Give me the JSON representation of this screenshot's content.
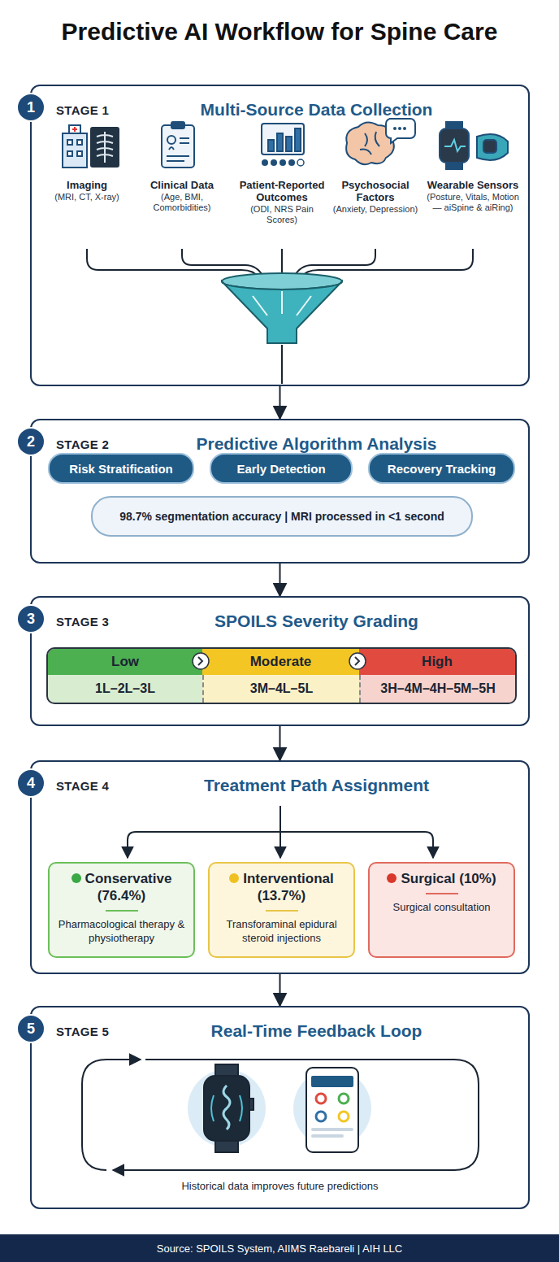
{
  "diagram": {
    "title": "Predictive AI Workflow for Spine Care",
    "caption": "Source: SPOILS System, AIIMS Raebareli | AIH LLC",
    "nodes": [
      {
        "text": [
          "STAGE 1",
          "Multi-Source Data Collection"
        ]
      },
      {
        "text": [
          "1"
        ],
        "in": 0
      },
      {
        "text": [
          "Imaging",
          "(MRI, CT, X-ray)"
        ],
        "in": 0
      },
      {
        "text": [
          "Clinical Data",
          "(Age, BMI, Comorbidities)"
        ],
        "in": 0
      },
      {
        "text": [
          "Patient-Reported Outcomes",
          "(ODI, NRS Pain Scores)"
        ],
        "in": 0
      },
      {
        "text": [
          "Psychosocial Factors",
          "(Anxiety, Depression)"
        ],
        "in": 0
      },
      {
        "text": [
          "Wearable Sensors",
          "(Posture, Vitals, Motion — aiSpine & aiRing)"
        ],
        "in": 0
      },
      {
        "text": [
          "STAGE 2",
          "Predictive Algorithm Analysis"
        ]
      },
      {
        "text": [
          "2"
        ],
        "in": 7
      },
      {
        "text": [
          "Risk Stratification"
        ],
        "in": 7
      },
      {
        "text": [
          "Early Detection"
        ],
        "in": 7
      },
      {
        "text": [
          "Recovery Tracking"
        ],
        "in": 7
      },
      {
        "text": [
          "98.7% segmentation accuracy | MRI processed in <1 second"
        ],
        "in": 7
      },
      {
        "text": [
          "STAGE 3",
          "SPOILS Severity Grading"
        ]
      },
      {
        "text": [
          "3"
        ],
        "in": 13
      },
      {
        "text": [
          "Low",
          "1L–2L–3L"
        ],
        "in": 13
      },
      {
        "text": [
          "Moderate",
          "3M–4L–5L"
        ],
        "in": 13
      },
      {
        "text": [
          "High",
          "3H–4M–4H–5M–5H"
        ],
        "in": 13
      },
      {
        "text": [
          "STAGE 4",
          "Treatment Path Assignment"
        ]
      },
      {
        "text": [
          "4"
        ],
        "in": 18
      },
      {
        "text": [
          "Conservative (76.4%)",
          "Pharmacological therapy & physiotherapy"
        ],
        "in": 18
      },
      {
        "text": [
          "Interventional (13.7%)",
          "Transforaminal epidural steroid injections"
        ],
        "in": 18
      },
      {
        "text": [
          "Surgical (10%)",
          "Surgical consultation"
        ],
        "in": 18
      },
      {
        "text": [
          "STAGE 5",
          "Real-Time Feedback Loop"
        ]
      },
      {
        "text": [
          "5"
        ],
        "in": 23
      }
    ],
    "edges": [
      {
        "from": 0,
        "to": 7,
        "arrow": "to"
      },
      {
        "from": 7,
        "to": 13,
        "arrow": "to"
      },
      {
        "from": 13,
        "to": 18,
        "arrow": "to"
      },
      {
        "from": 18,
        "to": 23,
        "arrow": "to"
      }
    ],
    "labels": [
      "Historical data improves future predictions"
    ]
  }
}
